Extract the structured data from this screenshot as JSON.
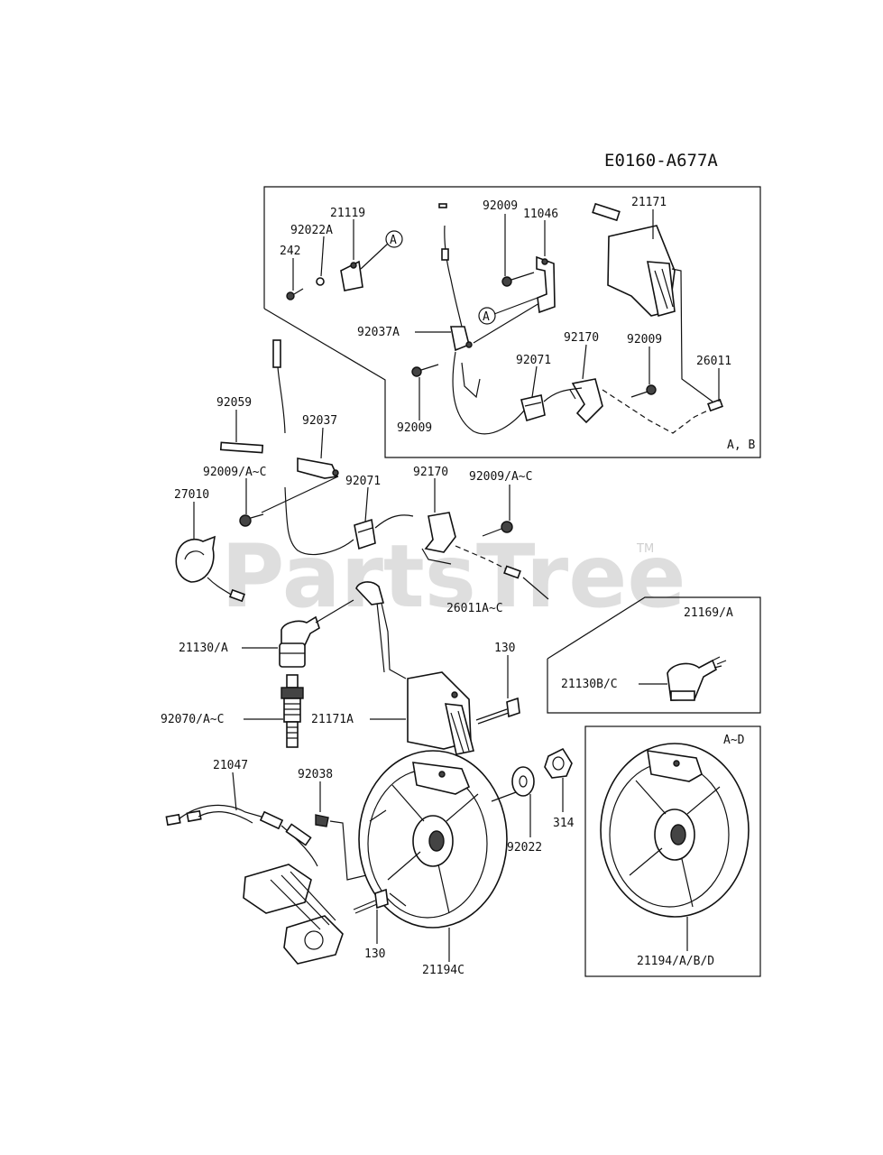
{
  "diagram_code": "E0160-A677A",
  "watermark": {
    "text": "PartsTree",
    "trademark": "TM"
  },
  "inset_top": {
    "variant": "A, B",
    "callout": "A"
  },
  "inset_cap": {
    "variant": "21169/A"
  },
  "inset_flywheel": {
    "variant": "A~D"
  },
  "labels": {
    "p21119": "21119",
    "p92022A": "92022A",
    "p242": "242",
    "p11046": "11046",
    "p92009_a": "92009",
    "p21171": "21171",
    "p92037A": "92037A",
    "p92009_b": "92009",
    "p92071_a": "92071",
    "p92170_a": "92170",
    "p92009_c": "92009",
    "p26011": "26011",
    "p92059": "92059",
    "p92037": "92037",
    "p92009_ac_a": "92009/A~C",
    "p92071_b": "92071",
    "p92170_b": "92170",
    "p92009_ac_b": "92009/A~C",
    "p27010": "27010",
    "p26011AC": "26011A~C",
    "p21130A": "21130/A",
    "p130_a": "130",
    "p21130BC": "21130B/C",
    "p92070AC": "92070/A~C",
    "p21171A": "21171A",
    "p21047": "21047",
    "p92038": "92038",
    "p314": "314",
    "p92022": "92022",
    "p130_b": "130",
    "p21194C": "21194C",
    "p21194ABD": "21194/A/B/D"
  }
}
